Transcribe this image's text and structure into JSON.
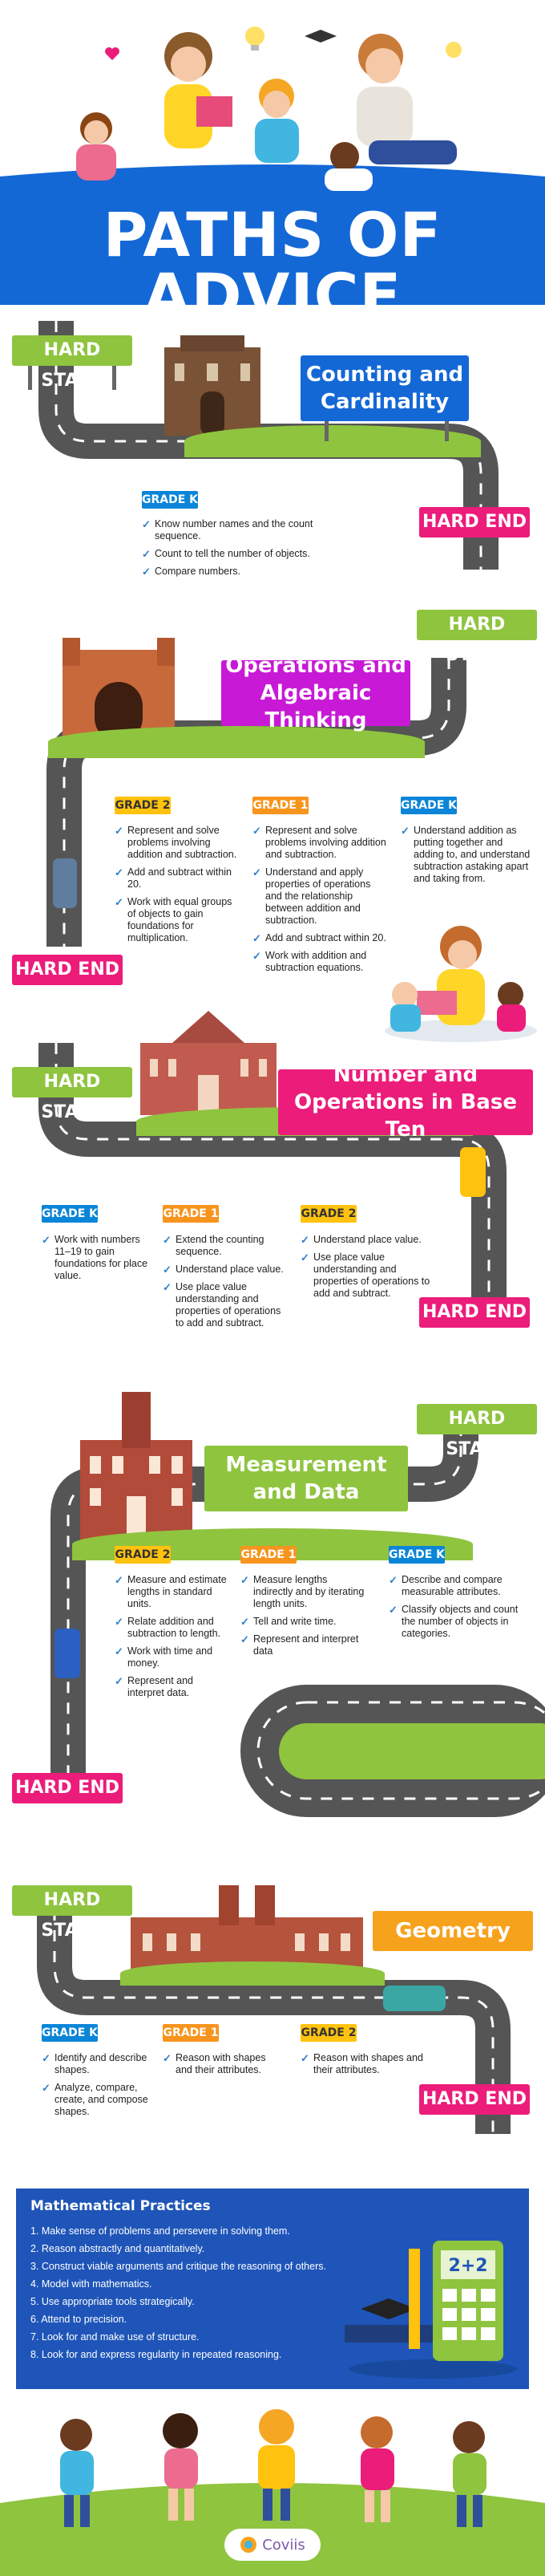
{
  "title": "PATHS OF ADVICE",
  "colors": {
    "blue": "#1368d6",
    "green": "#8fc43f",
    "pink": "#ec1c7b",
    "purple": "#c81ad6",
    "orange": "#f7a21d",
    "road": "#555555"
  },
  "sections": [
    {
      "heading": "Counting and Cardinality",
      "start": "HARD START",
      "end": "HARD END",
      "columns": [
        {
          "grade": "GRADE K",
          "items": [
            "Know number names and the count sequence.",
            "Count to tell the number of objects.",
            "Compare numbers."
          ]
        }
      ]
    },
    {
      "heading": "Operations and Algebraic Thinking",
      "start": "HARD START",
      "end": "HARD END",
      "columns": [
        {
          "grade": "GRADE 2",
          "items": [
            "Represent and solve problems involving addition and subtraction.",
            "Add and subtract within 20.",
            "Work with equal groups of objects to gain foundations for multiplication."
          ]
        },
        {
          "grade": "GRADE 1",
          "items": [
            "Represent and solve problems involving addition and subtraction.",
            "Understand and apply properties of operations and the relationship between addition and subtraction.",
            "Add and subtract within 20.",
            "Work with addition and subtraction equations."
          ]
        },
        {
          "grade": "GRADE K",
          "items": [
            "Understand addition as putting together and adding to, and understand subtraction astaking apart and taking from."
          ]
        }
      ]
    },
    {
      "heading": "Number and Operations in Base Ten",
      "start": "HARD START",
      "end": "HARD END",
      "columns": [
        {
          "grade": "GRADE K",
          "items": [
            "Work with numbers 11–19 to gain foundations for place value."
          ]
        },
        {
          "grade": "GRADE 1",
          "items": [
            "Extend the counting sequence.",
            "Understand place value.",
            "Use place value understanding and properties of operations to add and subtract."
          ]
        },
        {
          "grade": "GRADE 2",
          "items": [
            "Understand place value.",
            "Use place value understanding and properties of operations to add and subtract."
          ]
        }
      ]
    },
    {
      "heading": "Measurement and Data",
      "start": "HARD START",
      "end": "HARD END",
      "columns": [
        {
          "grade": "GRADE 2",
          "items": [
            "Measure and estimate lengths in standard units.",
            "Relate addition and subtraction to length.",
            "Work with time and money.",
            "Represent and interpret data."
          ]
        },
        {
          "grade": "GRADE 1",
          "items": [
            "Measure lengths indirectly and by iterating length units.",
            "Tell and write time.",
            "Represent and interpret data"
          ]
        },
        {
          "grade": "GRADE K",
          "items": [
            "Describe and compare measurable attributes.",
            "Classify objects and count the number of objects in categories."
          ]
        }
      ]
    },
    {
      "heading": "Geometry",
      "start": "HARD START",
      "end": "HARD END",
      "columns": [
        {
          "grade": "GRADE K",
          "items": [
            "Identify and describe shapes.",
            "Analyze, compare, create, and compose shapes."
          ]
        },
        {
          "grade": "GRADE 1",
          "items": [
            "Reason with shapes and their attributes."
          ]
        },
        {
          "grade": "GRADE 2",
          "items": [
            "Reason with shapes and their attributes."
          ]
        }
      ]
    }
  ],
  "practices": {
    "heading": "Mathematical Practices",
    "items": [
      "1. Make sense of problems and persevere in solving them.",
      "2. Reason abstractly and quantitatively.",
      "3. Construct viable arguments and critique the reasoning of others.",
      "4. Model with mathematics.",
      "5. Use appropriate tools strategically.",
      "6. Attend to precision.",
      "7. Look for and make use of structure.",
      "8. Look for and express regularity in repeated reasoning."
    ],
    "calc_display": "2+2"
  },
  "brand": "Coviis"
}
